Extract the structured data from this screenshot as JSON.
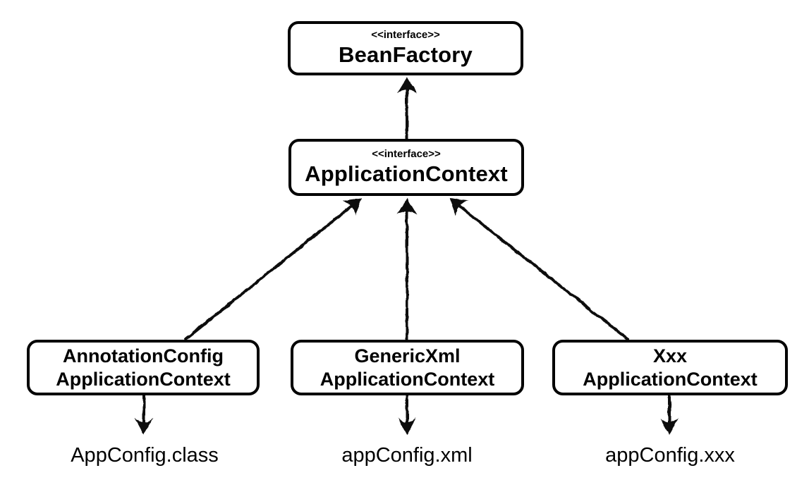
{
  "diagram": {
    "title_hint": "Spring BeanFactory / ApplicationContext hierarchy",
    "nodes": {
      "bean_factory": {
        "stereotype": "<<interface>>",
        "name": "BeanFactory"
      },
      "application_context": {
        "stereotype": "<<interface>>",
        "name": "ApplicationContext"
      },
      "annotation_config_application_context": {
        "line1": "AnnotationConfig",
        "line2": "ApplicationContext"
      },
      "generic_xml_application_context": {
        "line1": "GenericXml",
        "line2": "ApplicationContext"
      },
      "xxx_application_context": {
        "line1": "Xxx",
        "line2": "ApplicationContext"
      }
    },
    "artifacts": {
      "annotation_config_source": "AppConfig.class",
      "generic_xml_source": "appConfig.xml",
      "xxx_source": "appConfig.xxx"
    },
    "colors": {
      "ink": "#0d0d0d",
      "box_border": "#000000",
      "background": "#ffffff"
    }
  }
}
